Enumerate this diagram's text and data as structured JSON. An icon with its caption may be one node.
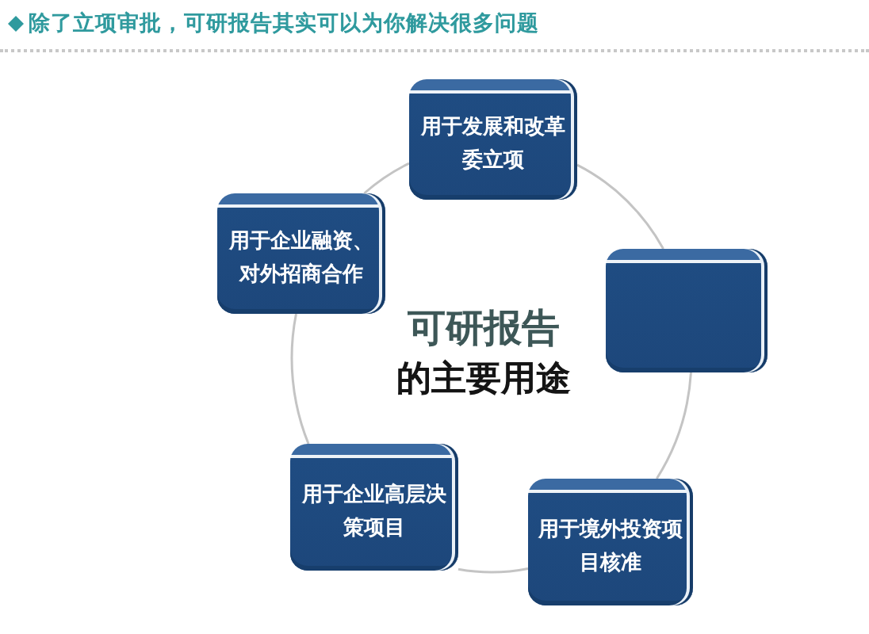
{
  "diagram": {
    "title": "除了立项审批，可研报告其实可以为你解决很多问题",
    "nodes": [
      {
        "text": [
          "用于发展和改革委立项"
        ]
      },
      {
        "text": [
          "用于企业融资、对外招商合作"
        ]
      },
      {
        "text": [],
        "shape": "box"
      },
      {
        "text": [
          "用于企业高层决策项目"
        ]
      },
      {
        "text": [
          "用于境外投资项目核准"
        ]
      }
    ],
    "edges": [
      {
        "from": 0,
        "to": 2,
        "arrow": "none"
      },
      {
        "from": 2,
        "to": 4,
        "arrow": "none"
      },
      {
        "from": 4,
        "to": 3,
        "arrow": "none"
      },
      {
        "from": 3,
        "to": 1,
        "arrow": "none"
      },
      {
        "from": 1,
        "to": 0,
        "arrow": "none"
      }
    ],
    "labels": [
      "可研报告",
      "的主要用途"
    ]
  }
}
